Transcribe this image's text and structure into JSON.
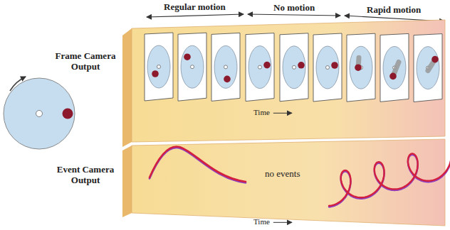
{
  "diagram": {
    "labels": [
      "Regular motion",
      "No motion",
      "Rapid motion",
      "Frame Camera Output",
      "Time",
      "Event Camera Output",
      "no events",
      "Time"
    ]
  }
}
